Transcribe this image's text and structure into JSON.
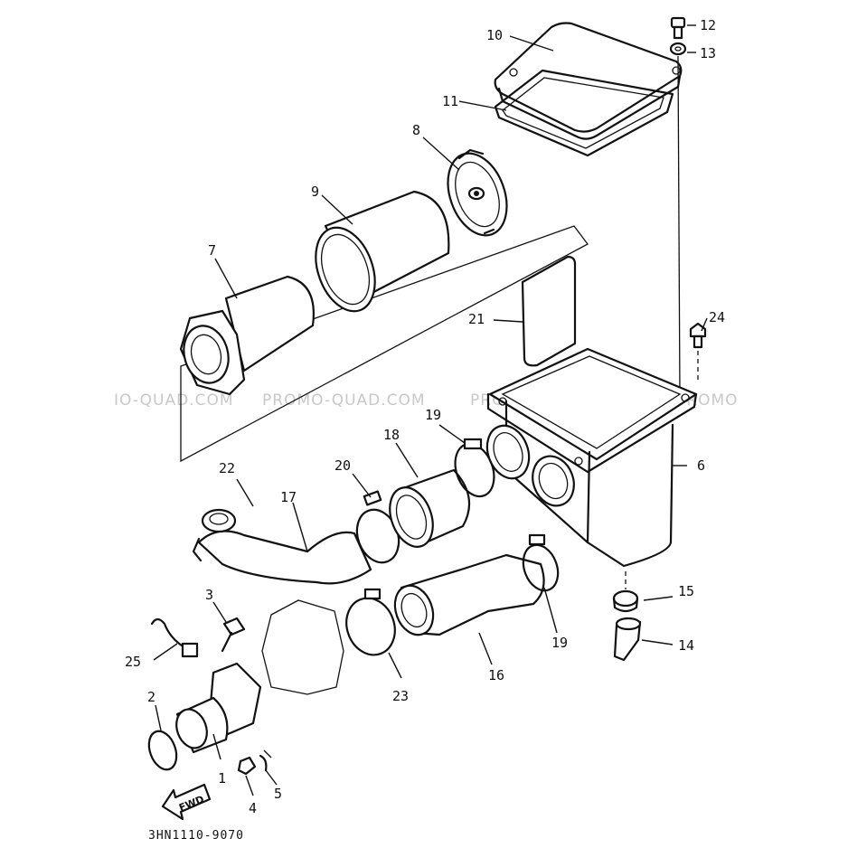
{
  "watermark": {
    "left": "IO-QUAD.COM",
    "center": "PROMO-QUAD.COM",
    "right": "PROMO-QUAD.COM",
    "far_right": "PROMO"
  },
  "drawing_code": "3HN1110-9070",
  "fwd_label": "FWD",
  "callouts": [
    "1",
    "2",
    "3",
    "4",
    "5",
    "6",
    "7",
    "8",
    "9",
    "10",
    "11",
    "12",
    "13",
    "14",
    "15",
    "16",
    "17",
    "18",
    "19",
    "19",
    "20",
    "21",
    "22",
    "23",
    "24",
    "25"
  ]
}
